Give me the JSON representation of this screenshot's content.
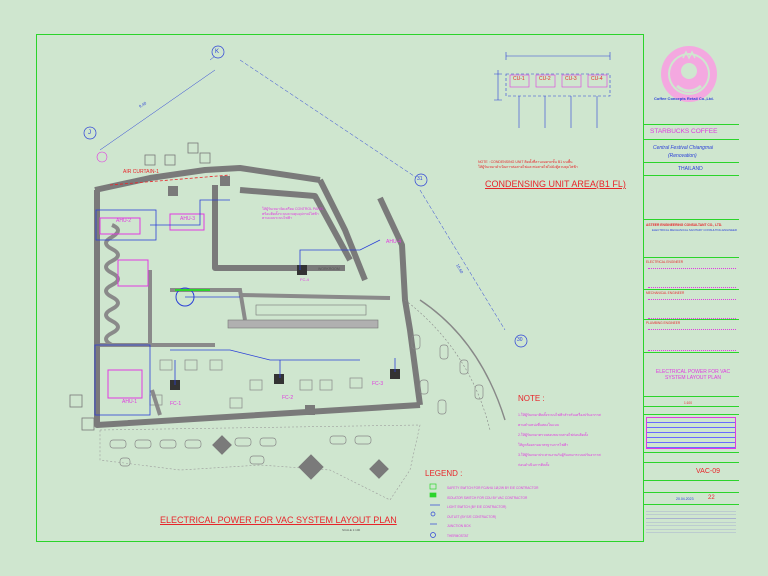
{
  "drawing": {
    "main_title": "ELECTRICAL POWER FOR VAC SYSTEM LAYOUT PLAN",
    "main_title_scale": "SCALE 1:100",
    "condensing_title": "CONDENSING UNIT AREA(B1 FL)",
    "condensing_units": [
      "CU-1",
      "CU-2",
      "CU-3",
      "CU-4"
    ],
    "condensing_note_1": "NOTE : CONDENSING UNIT ติดตั้งที่ลานจอดรถชั้น B1 บนพื้น",
    "condensing_note_2": "ให้ผู้รับเหมาดำเนินการต่อสายไฟและท่อสายไฟไปยังตู้ควบคุมไฟฟ้า",
    "grid_labels": [
      "K",
      "J",
      "31",
      "30"
    ],
    "tags": [
      {
        "text": "AIR CURTAIN-1",
        "cls": "red"
      },
      {
        "text": "AHU-2",
        "cls": "mag"
      },
      {
        "text": "AHU-3",
        "cls": "mag"
      },
      {
        "text": "AHU-4",
        "cls": "mag"
      },
      {
        "text": "AHU-1",
        "cls": "mag"
      },
      {
        "text": "FC-1",
        "cls": "mag"
      },
      {
        "text": "FC-2",
        "cls": "mag"
      },
      {
        "text": "FC-3",
        "cls": "mag"
      },
      {
        "text": "FC-4",
        "cls": "mag"
      },
      {
        "text": "WORKROOM",
        "cls": "gry"
      }
    ],
    "plan_notes": [
      "ให้ผู้รับเหมาจัดเตรียม CONTROL PANEL",
      "พร้อมติดตั้งระบบควบคุมอุปกรณ์ไฟฟ้า",
      "ตามแบบระบบไฟฟ้า"
    ]
  },
  "note": {
    "heading": "NOTE :",
    "lines": [
      "1.ให้ผู้รับเหมาติดตั้งระบบไฟฟ้าสำหรับเครื่องปรับอากาศ",
      "ตามตำแหน่งที่แสดงในแบบ",
      "2.ให้ผู้รับเหมาตรวจสอบขนาดสายไฟก่อนติดตั้ง",
      "ให้ถูกต้องตามมาตรฐานการไฟฟ้า",
      "3.ให้ผู้รับเหมาประสานงานกับผู้รับเหมาระบบปรับอากาศ",
      "ก่อนดำเนินการติดตั้ง"
    ]
  },
  "legend": {
    "heading": "LEGEND :",
    "items": [
      "SAFETY SWITCH FOR FC/AHU 1Ø,2W BY E/E CONTRACTOR",
      "ISOLATOR SWITCH FOR CDU BY VAC CONTRACTOR",
      "LIGHT SWITCH (BY E/E CONTRACTOR)",
      "OUTLET (BY E/E CONTRACTOR)",
      "JUNCTION BOX",
      "THERMOSTAT"
    ]
  },
  "titleblock": {
    "company": "Coffee Concepts Retail Co.,Ltd.",
    "brand": "STARBUCKS COFFEE",
    "project": "Central Festival Chiangmai",
    "project_sub": "(Renovation)",
    "country": "THAILAND",
    "consultant": "ASTEER ENGINEERING CONSULTANT CO., LTD.",
    "consultant_sub": "ELECTRICAL MECHANICAL SANITARY CONSULTING ENGINEER",
    "electrical_engineer": "ELECTRICAL ENGINEER",
    "mechanical_engineer": "MECHANICAL ENGINEER",
    "plumbing_engineer": "PLUMBING ENGINEER",
    "drawing_title": "ELECTRICAL POWER FOR VAC SYSTEM LAYOUT PLAN",
    "scale": "1:100",
    "drawing_no": "VAC-09",
    "sheet": "22",
    "date": "20.04.2023"
  }
}
